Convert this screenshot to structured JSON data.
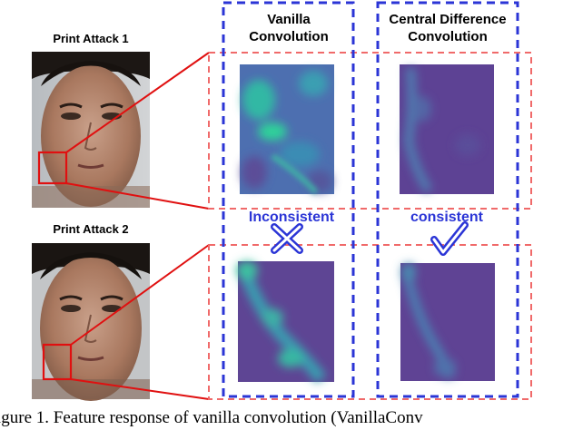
{
  "figure": {
    "attack_labels": [
      "Print Attack 1",
      "Print Attack 2"
    ],
    "columns": [
      {
        "header": "Vanilla Convolution",
        "verdict": "Inconsistent",
        "verdict_icon": "cross-icon"
      },
      {
        "header": "Central Difference Convolution",
        "verdict": "consistent",
        "verdict_icon": "check-icon"
      }
    ],
    "caption": "igure 1.   Feature response of vanilla convolution (VanillaConv"
  },
  "colors": {
    "box_blue": "#2b35d6",
    "dashed_red": "#f06a6a",
    "zoom_red": "#e01010",
    "heatmap_base": "#5a3d8c",
    "heatmap_high": "#2fd19a"
  }
}
